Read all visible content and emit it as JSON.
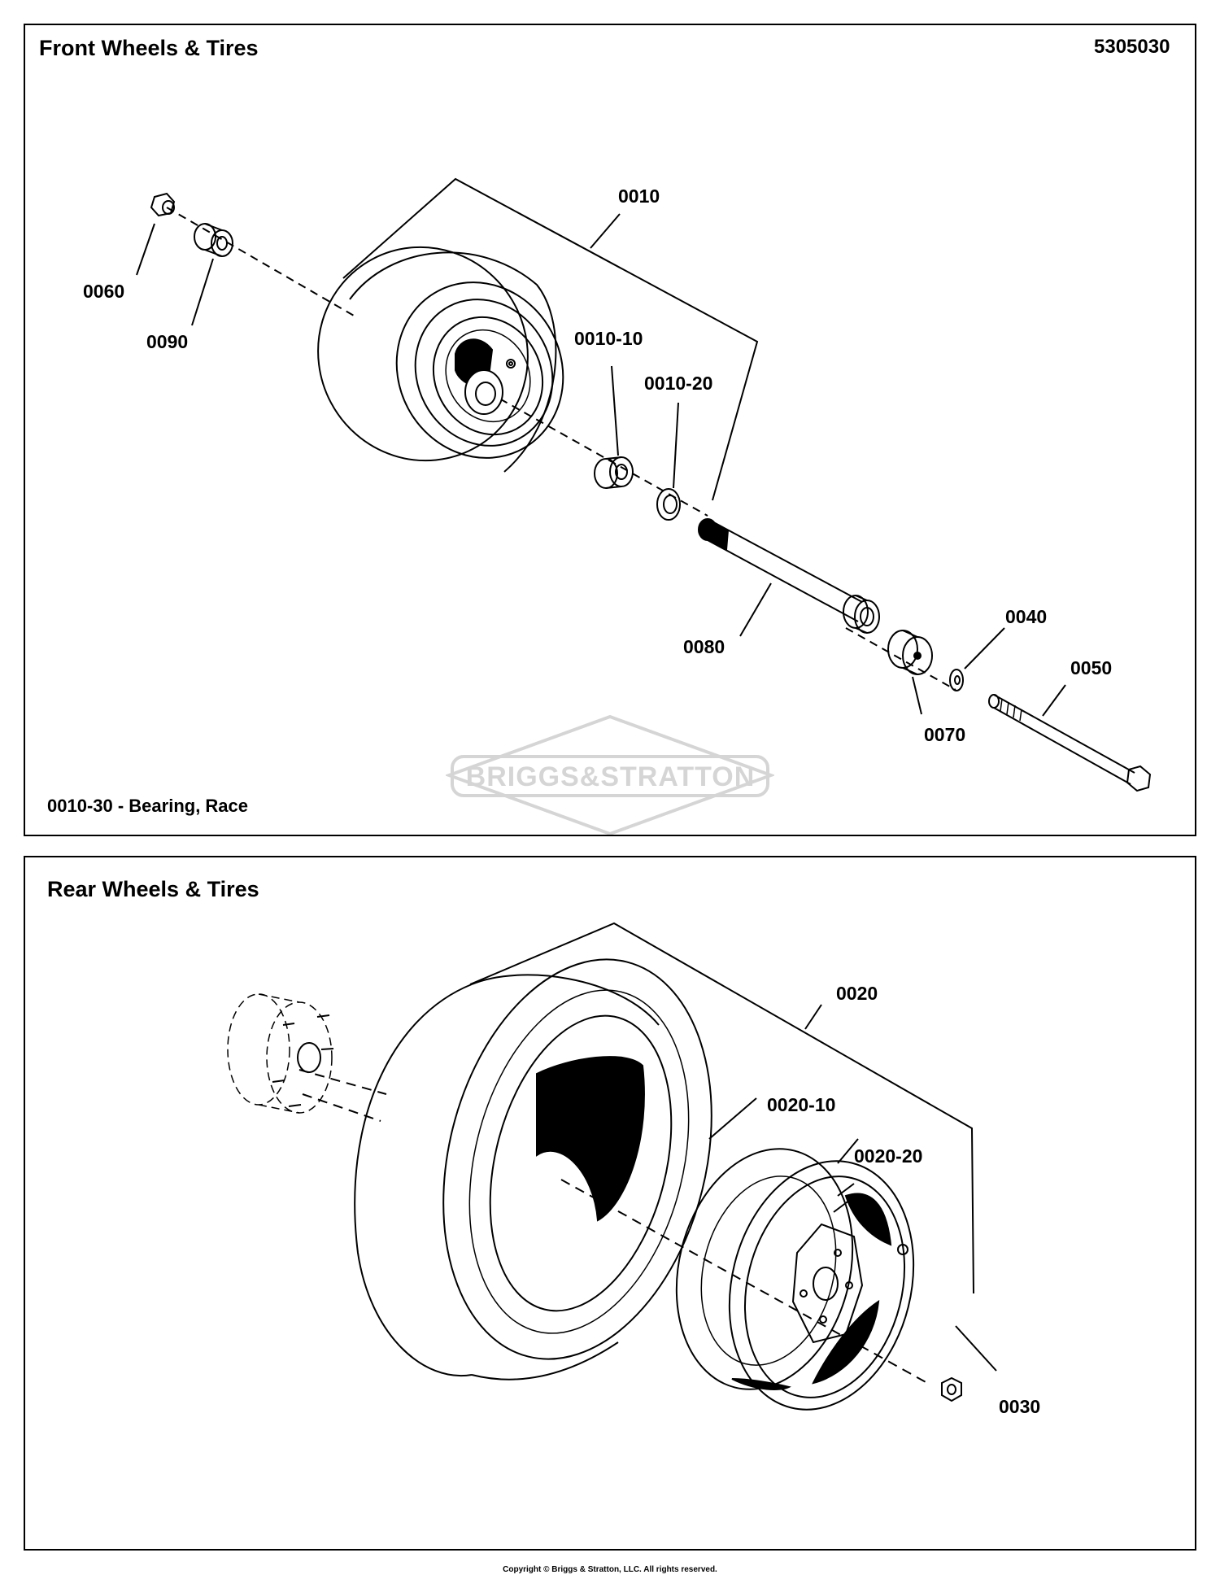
{
  "document": {
    "part_number": "5305030",
    "copyright": "Copyright © Briggs & Stratton, LLC. All rights reserved.",
    "watermark_brand": "BRIGGS&STRATTON"
  },
  "front_panel": {
    "title": "Front Wheels & Tires",
    "note": "0010-30 - Bearing, Race",
    "callouts": {
      "c0010": "0010",
      "c0060": "0060",
      "c0090": "0090",
      "c0010_10": "0010-10",
      "c0010_20": "0010-20",
      "c0080": "0080",
      "c0040": "0040",
      "c0050": "0050",
      "c0070": "0070"
    }
  },
  "rear_panel": {
    "title": "Rear Wheels & Tires",
    "callouts": {
      "c0020": "0020",
      "c0020_10": "0020-10",
      "c0020_20": "0020-20",
      "c0030": "0030"
    }
  }
}
